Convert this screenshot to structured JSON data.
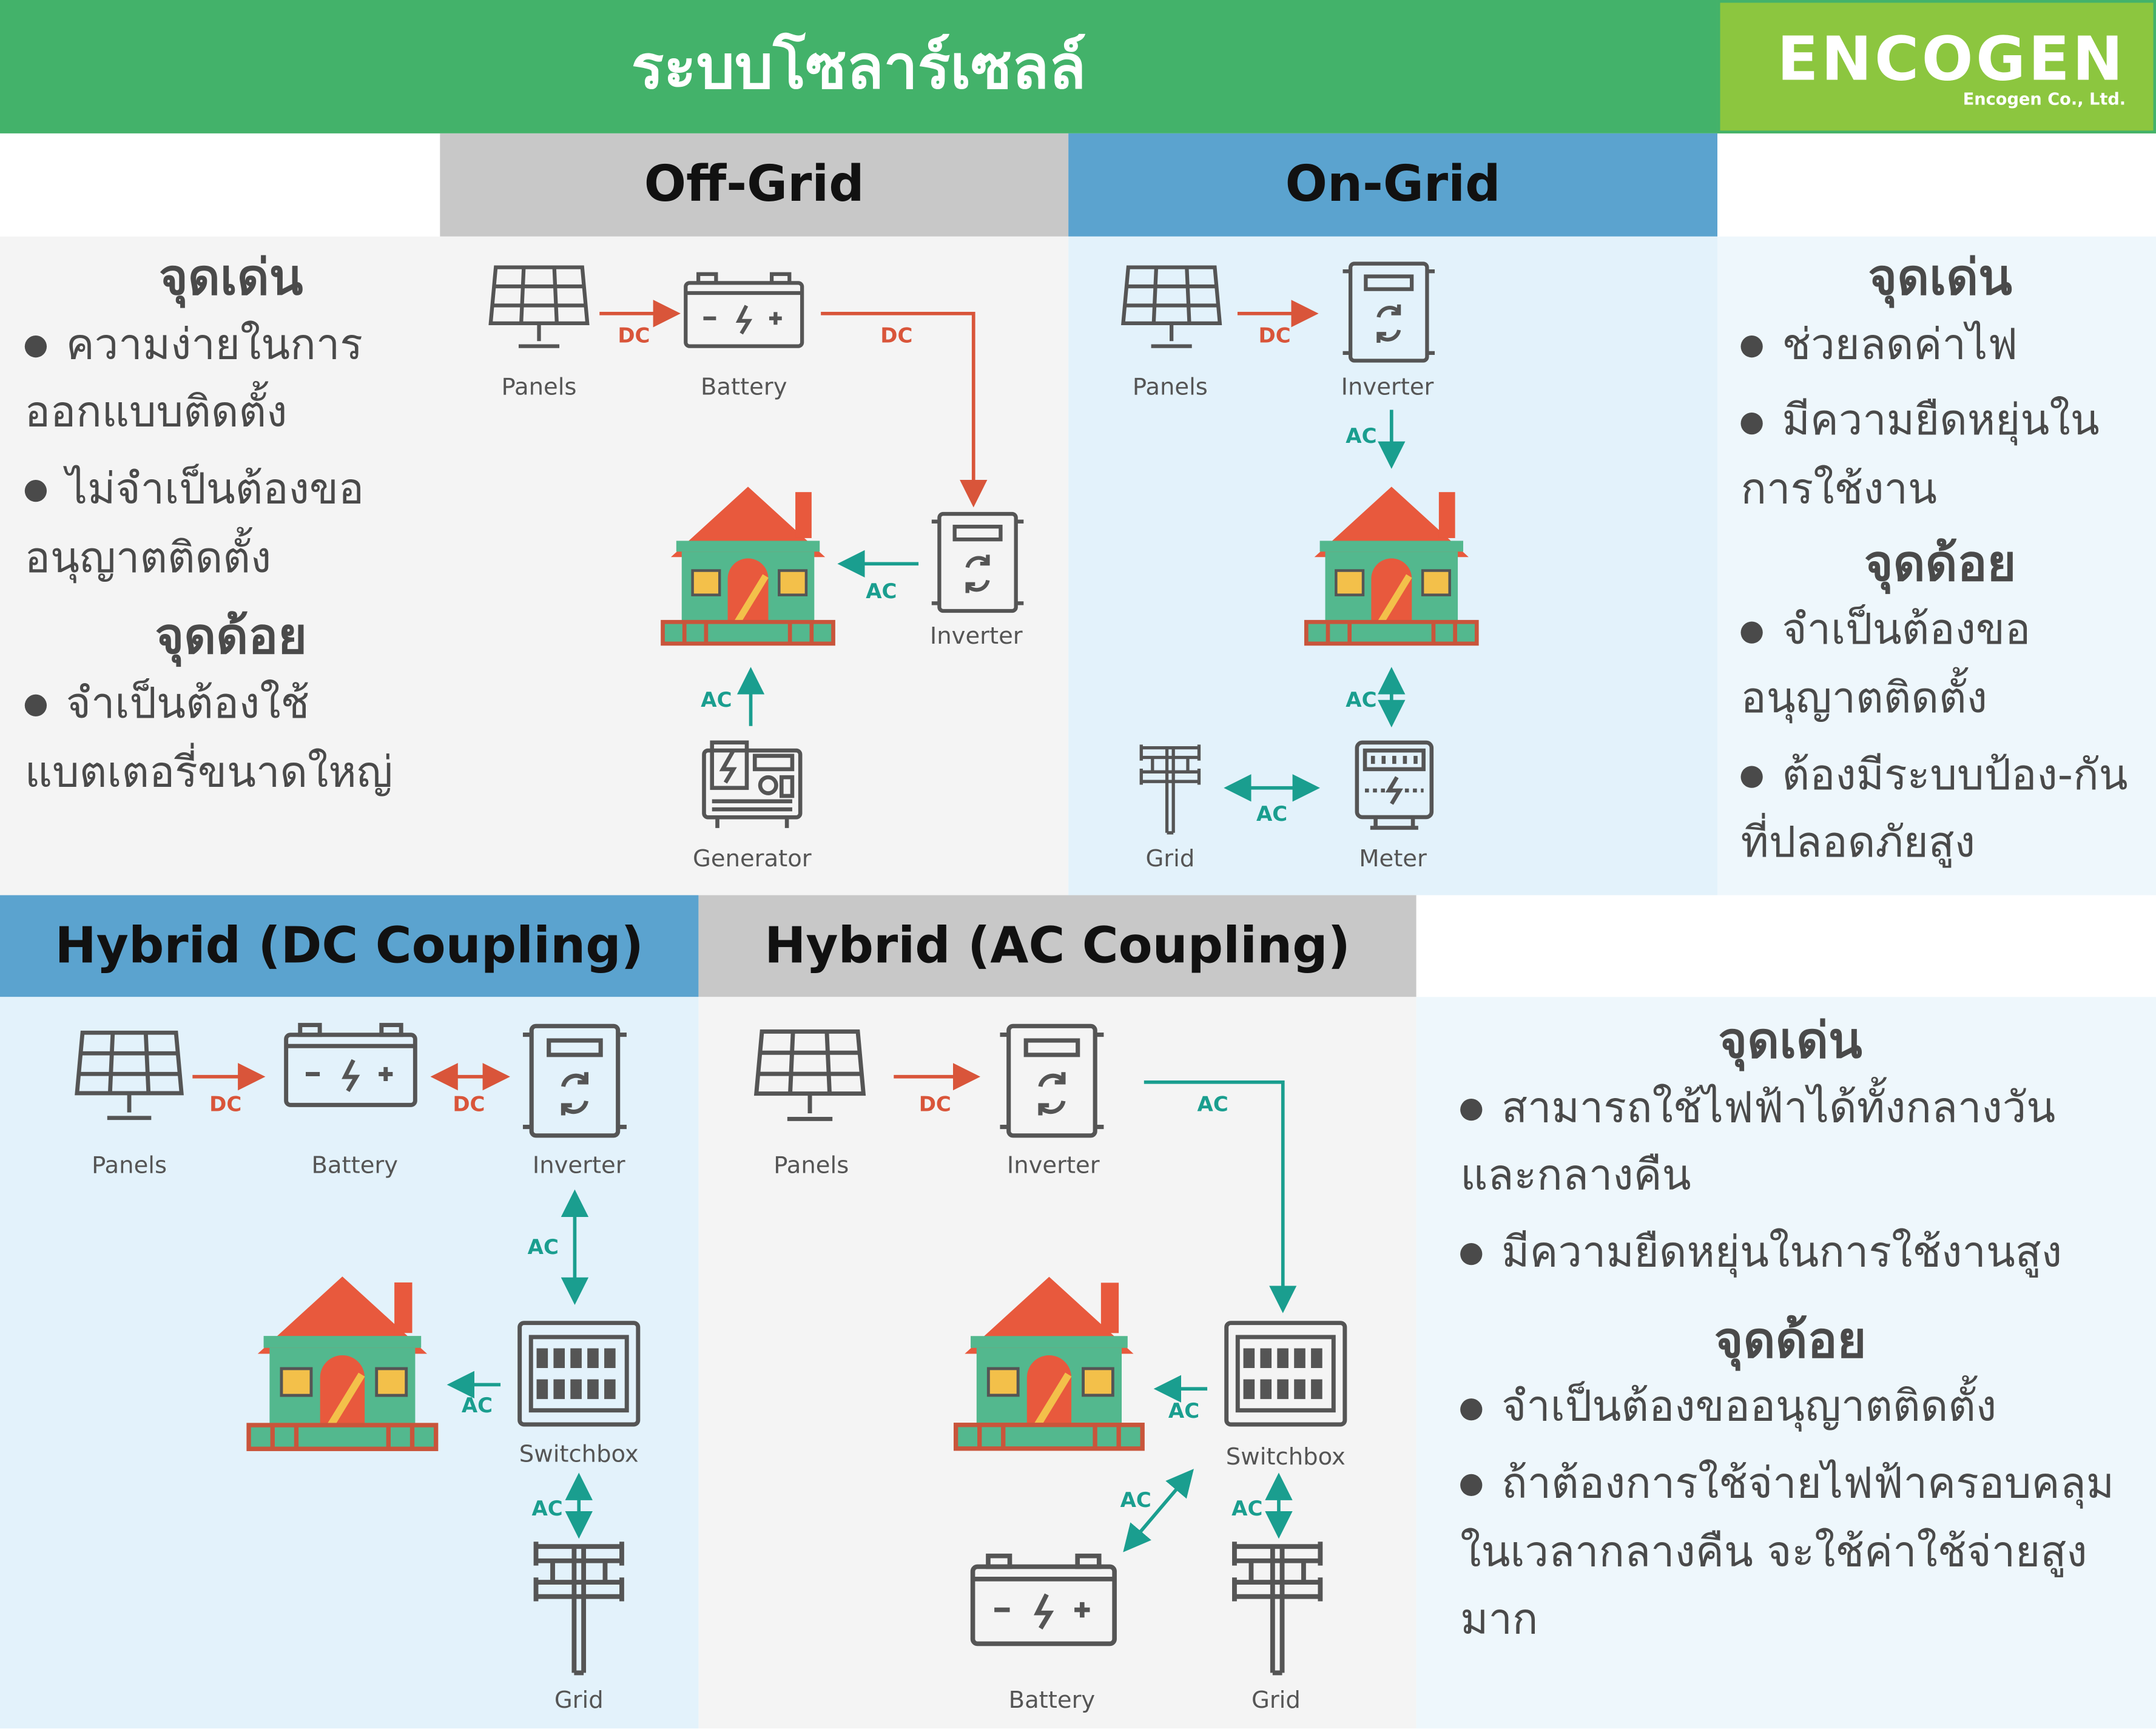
{
  "header": {
    "title": "ระบบโซลาร์เซลล์",
    "logo_text": "ENCOGEN",
    "logo_sub": "Encogen Co., Ltd."
  },
  "colors": {
    "header_green": "#43b26a",
    "logo_green": "#8cc63f",
    "blue_header": "#5ba3cf",
    "gray_header": "#c8c8c8",
    "dc": "#d9553a",
    "ac": "#1a9e8f"
  },
  "sections": {
    "off_grid": {
      "title": "Off-Grid",
      "labels": {
        "panels": "Panels",
        "battery": "Battery",
        "inverter": "Inverter",
        "generator": "Generator"
      }
    },
    "on_grid": {
      "title": "On-Grid",
      "labels": {
        "panels": "Panels",
        "inverter": "Inverter",
        "grid": "Grid",
        "meter": "Meter"
      }
    },
    "hybrid_dc": {
      "title": "Hybrid (DC Coupling)",
      "labels": {
        "panels": "Panels",
        "battery": "Battery",
        "inverter": "Inverter",
        "switchbox": "Switchbox",
        "grid": "Grid"
      }
    },
    "hybrid_ac": {
      "title": "Hybrid (AC Coupling)",
      "labels": {
        "panels": "Panels",
        "inverter": "Inverter",
        "switchbox": "Switchbox",
        "battery": "Battery",
        "grid": "Grid"
      }
    }
  },
  "flow": {
    "dc": "DC",
    "ac": "AC"
  },
  "off_grid_notes": {
    "pros_title": "จุดเด่น",
    "pros": [
      "ความง่ายในการออกแบบติดตั้ง",
      "ไม่จำเป็นต้องขออนุญาตติดตั้ง"
    ],
    "cons_title": "จุดด้อย",
    "cons": [
      "จำเป็นต้องใช้แบตเตอรี่ขนาดใหญ่"
    ]
  },
  "on_grid_notes": {
    "pros_title": "จุดเด่น",
    "pros": [
      "ช่วยลดค่าไฟ",
      "มีความยืดหยุ่นในการใช้งาน"
    ],
    "cons_title": "จุดด้อย",
    "cons": [
      "จำเป็นต้องขออนุญาตติดตั้ง",
      "ต้องมีระบบป้อง-กันที่ปลอดภัยสูง"
    ]
  },
  "hybrid_notes": {
    "pros_title": "จุดเด่น",
    "pros": [
      "สามารถใช้ไฟฟ้าได้ทั้งกลางวันและกลางคืน",
      "มีความยืดหยุ่นในการใช้งานสูง"
    ],
    "cons_title": "จุดด้อย",
    "cons": [
      "จำเป็นต้องขออนุญาตติดตั้ง",
      "ถ้าต้องการใช้จ่ายไฟฟ้าครอบคลุมในเวลากลางคืน จะใช้ค่าใช้จ่ายสูงมาก"
    ]
  }
}
